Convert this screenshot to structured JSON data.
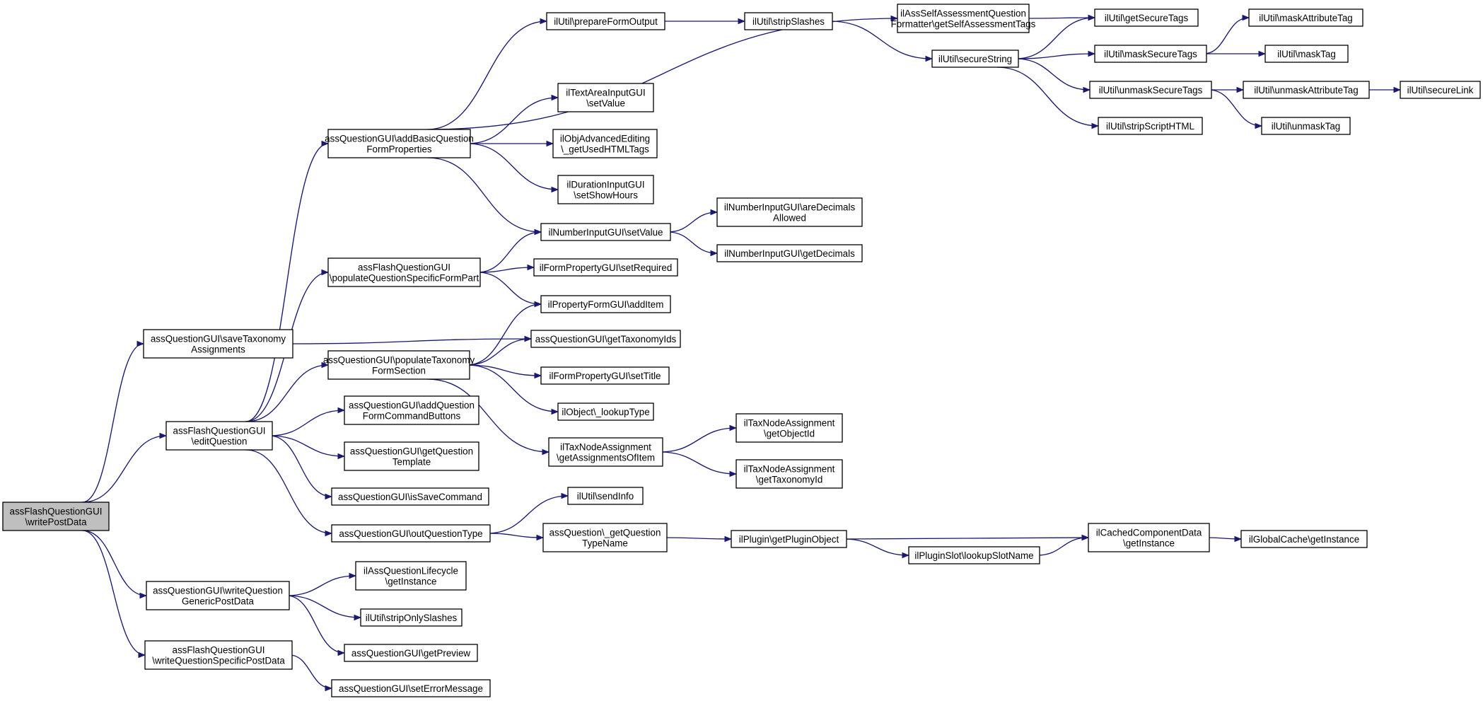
{
  "colors": {
    "edge": "#191970",
    "root_fill": "#bfbfbf",
    "node_fill": "#ffffff",
    "node_stroke": "#000000"
  },
  "nodes": {
    "n00": {
      "lines": [
        "assFlashQuestionGUI",
        "\\writePostData"
      ]
    },
    "n01": {
      "lines": [
        "assQuestionGUI\\saveTaxonomy",
        "Assignments"
      ]
    },
    "n02": {
      "lines": [
        "assFlashQuestionGUI",
        "\\editQuestion"
      ]
    },
    "n03": {
      "lines": [
        "assQuestionGUI\\writeQuestion",
        "GenericPostData"
      ]
    },
    "n04": {
      "lines": [
        "assFlashQuestionGUI",
        "\\writeQuestionSpecificPostData"
      ]
    },
    "n05": {
      "lines": [
        "assQuestionGUI\\addBasicQuestion",
        "FormProperties"
      ]
    },
    "n06": {
      "lines": [
        "assFlashQuestionGUI",
        "\\populateQuestionSpecificFormPart"
      ]
    },
    "n07": {
      "lines": [
        "assQuestionGUI\\populateTaxonomy",
        "FormSection"
      ]
    },
    "n08": {
      "lines": [
        "assQuestionGUI\\addQuestion",
        "FormCommandButtons"
      ]
    },
    "n09": {
      "lines": [
        "assQuestionGUI\\getQuestion",
        "Template"
      ]
    },
    "n10": {
      "lines": [
        "assQuestionGUI\\isSaveCommand"
      ]
    },
    "n11": {
      "lines": [
        "assQuestionGUI\\outQuestionType"
      ]
    },
    "n12": {
      "lines": [
        "ilAssQuestionLifecycle",
        "\\getInstance"
      ]
    },
    "n13": {
      "lines": [
        "ilUtil\\stripOnlySlashes"
      ]
    },
    "n14": {
      "lines": [
        "assQuestionGUI\\getPreview"
      ]
    },
    "n15": {
      "lines": [
        "assQuestionGUI\\setErrorMessage"
      ]
    },
    "n16": {
      "lines": [
        "ilUtil\\prepareFormOutput"
      ]
    },
    "n17": {
      "lines": [
        "ilTextAreaInputGUI",
        "\\setValue"
      ]
    },
    "n18": {
      "lines": [
        "ilObjAdvancedEditing",
        "\\_getUsedHTMLTags"
      ]
    },
    "n19": {
      "lines": [
        "ilDurationInputGUI",
        "\\setShowHours"
      ]
    },
    "n20": {
      "lines": [
        "ilNumberInputGUI\\setValue"
      ]
    },
    "n21": {
      "lines": [
        "ilFormPropertyGUI\\setRequired"
      ]
    },
    "n22": {
      "lines": [
        "ilPropertyFormGUI\\addItem"
      ]
    },
    "n23": {
      "lines": [
        "assQuestionGUI\\getTaxonomyIds"
      ]
    },
    "n24": {
      "lines": [
        "ilFormPropertyGUI\\setTitle"
      ]
    },
    "n25": {
      "lines": [
        "ilObject\\_lookupType"
      ]
    },
    "n26": {
      "lines": [
        "ilTaxNodeAssignment",
        "\\getAssignmentsOfItem"
      ]
    },
    "n27": {
      "lines": [
        "ilUtil\\sendInfo"
      ]
    },
    "n28": {
      "lines": [
        "assQuestion\\_getQuestion",
        "TypeName"
      ]
    },
    "n29": {
      "lines": [
        "ilUtil\\stripSlashes"
      ]
    },
    "n30": {
      "lines": [
        "ilAssSelfAssessmentQuestion",
        "Formatter\\getSelfAssessmentTags"
      ]
    },
    "n31": {
      "lines": [
        "ilUtil\\secureString"
      ]
    },
    "n32": {
      "lines": [
        "ilNumberInputGUI\\areDecimals",
        "Allowed"
      ]
    },
    "n33": {
      "lines": [
        "ilNumberInputGUI\\getDecimals"
      ]
    },
    "n34": {
      "lines": [
        "ilTaxNodeAssignment",
        "\\getObjectId"
      ]
    },
    "n35": {
      "lines": [
        "ilTaxNodeAssignment",
        "\\getTaxonomyId"
      ]
    },
    "n36": {
      "lines": [
        "ilPlugin\\getPluginObject"
      ]
    },
    "n37": {
      "lines": [
        "ilPluginSlot\\lookupSlotName"
      ]
    },
    "n38": {
      "lines": [
        "ilCachedComponentData",
        "\\getInstance"
      ]
    },
    "n39": {
      "lines": [
        "ilGlobalCache\\getInstance"
      ]
    },
    "n40": {
      "lines": [
        "ilUtil\\getSecureTags"
      ]
    },
    "n41": {
      "lines": [
        "ilUtil\\maskSecureTags"
      ]
    },
    "n42": {
      "lines": [
        "ilUtil\\unmaskSecureTags"
      ]
    },
    "n43": {
      "lines": [
        "ilUtil\\stripScriptHTML"
      ]
    },
    "n44": {
      "lines": [
        "ilUtil\\maskAttributeTag"
      ]
    },
    "n45": {
      "lines": [
        "ilUtil\\maskTag"
      ]
    },
    "n46": {
      "lines": [
        "ilUtil\\unmaskAttributeTag"
      ]
    },
    "n47": {
      "lines": [
        "ilUtil\\unmaskTag"
      ]
    },
    "n48": {
      "lines": [
        "ilUtil\\secureLink"
      ]
    }
  },
  "edges": [
    [
      "n00",
      "n01"
    ],
    [
      "n00",
      "n02"
    ],
    [
      "n00",
      "n03"
    ],
    [
      "n00",
      "n04"
    ],
    [
      "n02",
      "n05"
    ],
    [
      "n02",
      "n06"
    ],
    [
      "n02",
      "n07"
    ],
    [
      "n02",
      "n08"
    ],
    [
      "n02",
      "n09"
    ],
    [
      "n02",
      "n10"
    ],
    [
      "n02",
      "n11"
    ],
    [
      "n01",
      "n23"
    ],
    [
      "n03",
      "n12"
    ],
    [
      "n03",
      "n13"
    ],
    [
      "n03",
      "n14"
    ],
    [
      "n04",
      "n15"
    ],
    [
      "n05",
      "n16"
    ],
    [
      "n05",
      "n30"
    ],
    [
      "n05",
      "n17"
    ],
    [
      "n05",
      "n18"
    ],
    [
      "n05",
      "n19"
    ],
    [
      "n05",
      "n20"
    ],
    [
      "n06",
      "n20"
    ],
    [
      "n06",
      "n21"
    ],
    [
      "n06",
      "n22"
    ],
    [
      "n07",
      "n22"
    ],
    [
      "n07",
      "n23"
    ],
    [
      "n07",
      "n24"
    ],
    [
      "n07",
      "n25"
    ],
    [
      "n07",
      "n26"
    ],
    [
      "n11",
      "n27"
    ],
    [
      "n11",
      "n28"
    ],
    [
      "n16",
      "n29"
    ],
    [
      "n29",
      "n31"
    ],
    [
      "n30",
      "n40"
    ],
    [
      "n31",
      "n40"
    ],
    [
      "n31",
      "n41"
    ],
    [
      "n31",
      "n42"
    ],
    [
      "n31",
      "n43"
    ],
    [
      "n41",
      "n44"
    ],
    [
      "n41",
      "n45"
    ],
    [
      "n42",
      "n46"
    ],
    [
      "n42",
      "n47"
    ],
    [
      "n46",
      "n48"
    ],
    [
      "n20",
      "n32"
    ],
    [
      "n20",
      "n33"
    ],
    [
      "n26",
      "n34"
    ],
    [
      "n26",
      "n35"
    ],
    [
      "n28",
      "n36"
    ],
    [
      "n36",
      "n38"
    ],
    [
      "n36",
      "n37"
    ],
    [
      "n37",
      "n38"
    ],
    [
      "n38",
      "n39"
    ]
  ]
}
